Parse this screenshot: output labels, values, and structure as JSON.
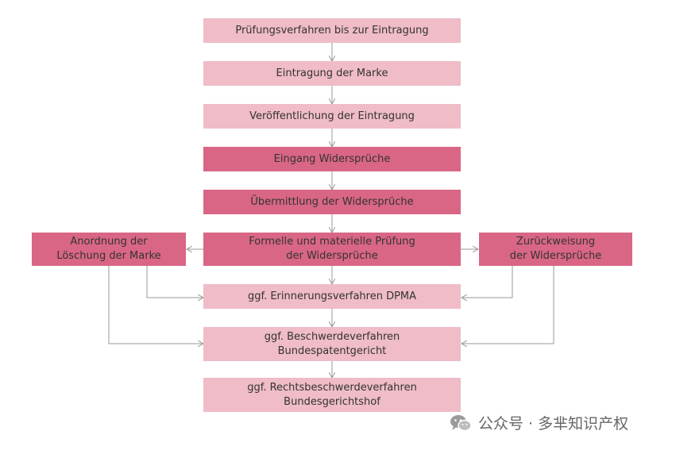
{
  "flow": {
    "b1": "Prüfungsverfahren bis zur Eintragung",
    "b2": "Eintragung der Marke",
    "b3": "Veröffentlichung der Eintragung",
    "b4": "Eingang Widersprüche",
    "b5": "Übermittlung der Widersprüche",
    "b6_line1": "Formelle und materielle Prüfung",
    "b6_line2": "der Widersprüche",
    "left_line1": "Anordnung der",
    "left_line2": "Löschung der Marke",
    "right_line1": "Zurückweisung",
    "right_line2": "der Widersprüche",
    "b7": "ggf. Erinnerungsverfahren DPMA",
    "b8_line1": "ggf. Beschwerdeverfahren",
    "b8_line2": "Bundespatentgericht",
    "b9_line1": "ggf. Rechtsbeschwerdeverfahren",
    "b9_line2": "Bundesgerichtshof"
  },
  "watermark": {
    "text": "公众号 · 多芈知识产权",
    "icon": "wechat-icon"
  },
  "colors": {
    "light_box": "#efbcc7",
    "dark_box": "#d96685",
    "arrow": "#999999"
  }
}
